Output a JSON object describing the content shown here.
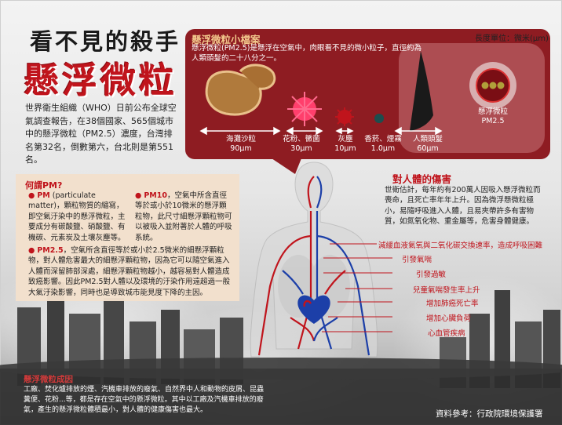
{
  "title_line1": "看不見的殺手",
  "title_line2": "懸浮微粒",
  "intro": "世界衛生組織（WHO）日前公布全球空氣調查報告，在38個國家、565個城市中的懸浮微粒（PM2.5）濃度，台灣排名第32名，倒數第六，台北則是第551名。",
  "profile": {
    "title": "懸浮微粒小檔案",
    "unit": "長度單位：微米(μm)",
    "desc": "懸浮微粒(PM2.5)是懸浮在空氣中，肉眼看不見的微小粒子，直徑約為人類頭髮的二十八分之一。",
    "particles": [
      {
        "name": "海灘沙粒",
        "size": "90μm"
      },
      {
        "name": "花粉、黴菌",
        "size": "30μm"
      },
      {
        "name": "灰塵",
        "size": "10μm"
      },
      {
        "name": "香菸、煙霧",
        "size": "1.0μm"
      },
      {
        "name": "人類頭髮",
        "size": "60μm"
      }
    ],
    "pm25_label1": "懸浮微粒",
    "pm25_label2": "PM2.5"
  },
  "what_is": {
    "title": "何謂PM?",
    "pm_head": "PM",
    "pm_body": " (particulate matter)，顆粒物質的縮寫，即空氣汙染中的懸浮微粒，主要成分有碳酸鹽、硝酸鹽、有機碳、元素炭及土壤灰塵等。",
    "pm10_head": "PM10",
    "pm10_body": "，空氣中所含直徑等於或小於10微米的懸浮顆粒物，此尺寸細懸浮顆粒物可以被吸入並附著於人體的呼吸系統。",
    "pm25_head": "PM2.5",
    "pm25_body": "，空氣所含直徑等於或小於2.5微米的細懸浮顆粒物，對人體危害最大的細懸浮顆粒物，因為它可以隨空氣進入人體而深留肺部深處，細懸浮顆粒物越小，越容易對人體造成致癌影響。因此PM2.5對人體以及環境的汙染作用遠超過一般大氣汙染影響，同時也是導致城市能見度下降的主因。"
  },
  "harm": {
    "title": "對人體的傷害",
    "text": "世衛估計，每年約有200萬人因吸入懸浮微粒而喪命，且死亡率年年上升。因為微浮懸微粒極小，易隨呼吸進入人體，且易夾帶許多有害物質，如氮氧化物、重金屬等，危害身體健康。",
    "effects": [
      "減緩血液氣氧與二氧化碳交換速率，造成呼吸困難",
      "引發氣喘",
      "引發過敏",
      "兒童氣喘發生率上升",
      "增加肺癌死亡率",
      "增加心臟負荷",
      "心血管疾病"
    ]
  },
  "sources": {
    "title": "懸浮微粒成因",
    "text": "工廠、焚化爐排放的煙、汽機車排放的廢氣、自然界中人和動物的皮屑、昆蟲糞便、花粉...等，都是存在空氣中的懸浮微粒。其中以工廠及汽機車排放的廢氣，產生的懸浮微粒體積最小，對人體的健康傷害也最大。"
  },
  "reference": "資料參考：行政院環境保護署",
  "colors": {
    "brand_red": "#c0141c",
    "panel_red": "#8e1c22",
    "tan": "#f2e0cc",
    "accent_gold": "#f2c88c"
  }
}
